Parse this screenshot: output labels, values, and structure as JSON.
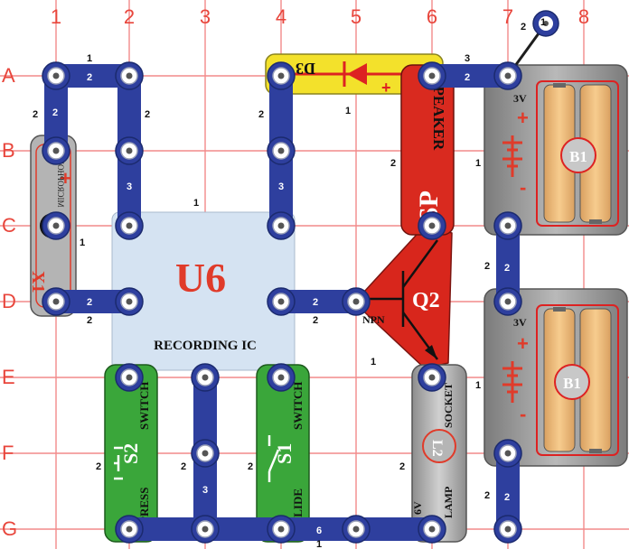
{
  "grid": {
    "columns": [
      "1",
      "2",
      "3",
      "4",
      "5",
      "6",
      "7",
      "8"
    ],
    "rows": [
      "A",
      "B",
      "C",
      "D",
      "E",
      "F",
      "G"
    ]
  },
  "colors": {
    "grid_line": "#f28a8a",
    "grid_label": "#e8463c",
    "wire_blue": "#2e3f9e",
    "snap_face": "#ffffff",
    "ic_fill": "#d5e3f2",
    "ic_text": "#e03b2a",
    "switch_green": "#3aa63a",
    "speaker_red": "#d92a1f",
    "transistor_red": "#d8261c",
    "led_yellow": "#f3e12b",
    "battery_gray": "#8e8e8e",
    "battery_cell": "#f2be7a",
    "lamp_gray": "#a8a8a8",
    "mic_gray": "#b4b4b4"
  },
  "components": {
    "u6": {
      "code": "U6",
      "name": "RECORDING IC",
      "top_number": "1"
    },
    "d3": {
      "code": "D3",
      "polarity": "+"
    },
    "speaker": {
      "code": "SP",
      "name": "SPEAKER"
    },
    "q2": {
      "code": "Q2",
      "type": "NPN"
    },
    "battery_top": {
      "code": "B1",
      "voltage": "3V",
      "plus": "+",
      "minus": "-"
    },
    "battery_bottom": {
      "code": "B1",
      "voltage": "3V",
      "plus": "+",
      "minus": "-"
    },
    "mic": {
      "code": "X1",
      "name": "MICROPHONE",
      "plus": "+"
    },
    "s2": {
      "code": "S2",
      "name1": "PRESS",
      "name2": "SWITCH"
    },
    "s1": {
      "code": "S1",
      "name1": "SLIDE",
      "name2": "SWITCH"
    },
    "lamp": {
      "code": "L2",
      "voltage": "6V",
      "name1": "LAMP",
      "name2": "SOCKET"
    }
  },
  "snap_numbers": {
    "a1_a2_top": "1",
    "a1_a2_mid": "2",
    "a_left_side": "2",
    "a_right_side": "2",
    "a4_b4_side": "2",
    "led_level": "1",
    "a6_a7_top": "3",
    "a6_a7_mid": "2",
    "corner_2": "2",
    "corner_1": "1",
    "b2_c2_mid": "3",
    "b4_c4_mid": "3",
    "b_speaker_left": "2",
    "b_battery_left": "1",
    "c1_side": "1",
    "c7_d7_left": "2",
    "c7_d7_mid": "2",
    "d1_d2_mid": "2",
    "d1_d2_bottom": "2",
    "d4_d5_mid": "2",
    "d4_d5_bottom": "2",
    "q2_bottom": "1",
    "e7_battery_left": "1",
    "e3_g3_left": "2",
    "e3_g3_mid": "3",
    "s2_left": "2",
    "s1_left": "2",
    "lamp_left": "2",
    "f7_g7_left": "2",
    "f7_g7_mid": "2",
    "g_wire_mid": "6",
    "g_wire_bottom": "1"
  }
}
